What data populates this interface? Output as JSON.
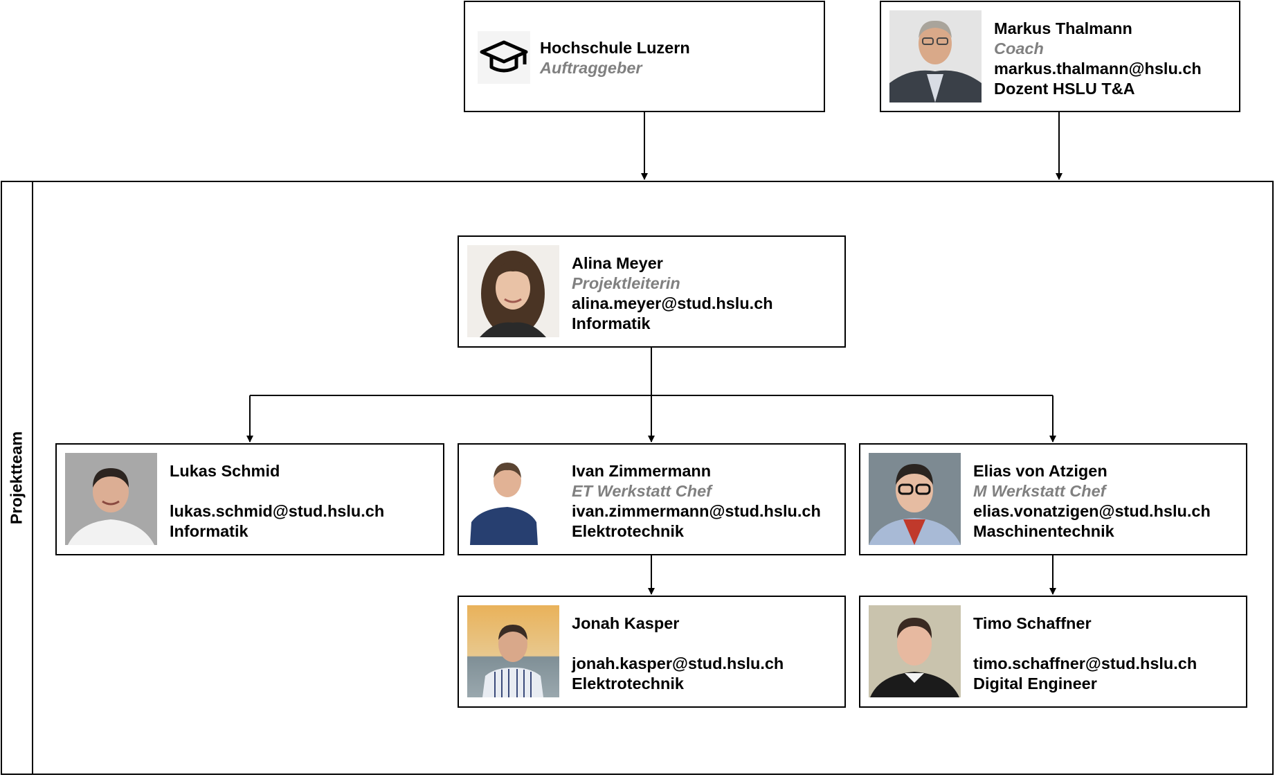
{
  "client": {
    "name": "Hochschule Luzern",
    "role": "Auftraggeber",
    "icon": "graduation-cap-icon"
  },
  "coach": {
    "name": "Markus Thalmann",
    "role": "Coach",
    "email": "markus.thalmann@hslu.ch",
    "department": "Dozent HSLU T&A"
  },
  "team": {
    "label": "Projektteam",
    "lead": {
      "name": "Alina Meyer",
      "role": "Projektleiterin",
      "email": "alina.meyer@stud.hslu.ch",
      "department": "Informatik"
    },
    "members": [
      {
        "name": "Lukas Schmid",
        "role": "",
        "email": "lukas.schmid@stud.hslu.ch",
        "department": "Informatik"
      },
      {
        "name": "Ivan Zimmermann",
        "role": "ET Werkstatt Chef",
        "email": "ivan.zimmermann@stud.hslu.ch",
        "department": "Elektrotechnik"
      },
      {
        "name": "Elias von Atzigen",
        "role": "M Werkstatt Chef",
        "email": "elias.vonatzigen@stud.hslu.ch",
        "department": "Maschinentechnik"
      },
      {
        "name": "Jonah Kasper",
        "role": "",
        "email": "jonah.kasper@stud.hslu.ch",
        "department": "Elektrotechnik"
      },
      {
        "name": "Timo Schaffner",
        "role": "",
        "email": "timo.schaffner@stud.hslu.ch",
        "department": "Digital Engineer"
      }
    ]
  },
  "colors": {
    "border": "#000000",
    "role_text": "#808080"
  }
}
